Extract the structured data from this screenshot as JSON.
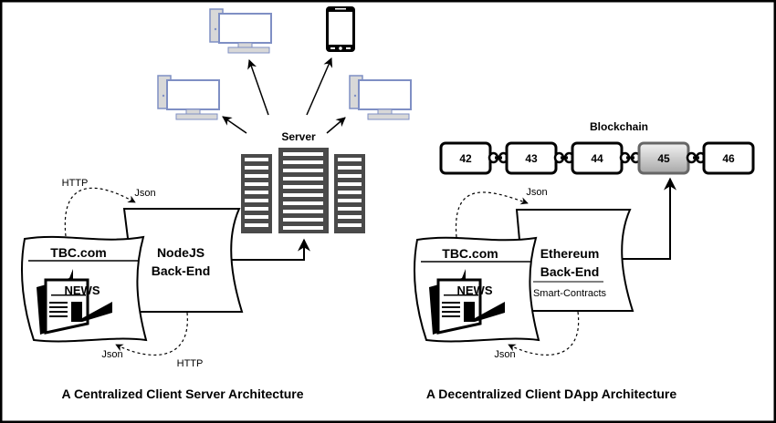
{
  "left": {
    "server_label": "Server",
    "backend_line1": "NodeJS",
    "backend_line2": "Back-End",
    "client_title": "TBC.com",
    "news_label": "NEWS",
    "http_top": "HTTP",
    "json_top": "Json",
    "json_bottom": "Json",
    "http_bottom": "HTTP",
    "caption": "A Centralized Client Server Architecture"
  },
  "right": {
    "blockchain_label": "Blockchain",
    "blocks": [
      "42",
      "43",
      "44",
      "45",
      "46"
    ],
    "highlighted_block": "45",
    "backend_line1": "Ethereum",
    "backend_line2": "Back-End",
    "backend_sub": "Smart-Contracts",
    "client_title": "TBC.com",
    "news_label": "NEWS",
    "json_top": "Json",
    "json_bottom": "Json",
    "caption": "A Decentralized Client DApp Architecture"
  },
  "colors": {
    "server": "#4a4a4a",
    "device_outline": "#7f8fc4",
    "device_fill": "#d8d8d8",
    "highlight_block": "#b0b0b0"
  }
}
